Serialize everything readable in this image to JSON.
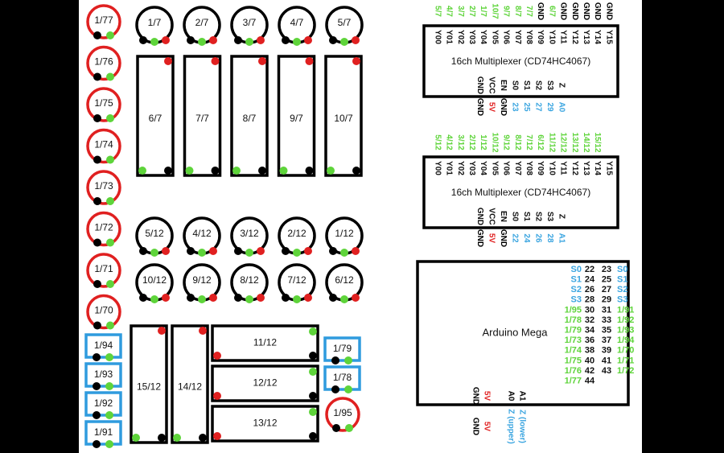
{
  "colors": {
    "black": "#000000",
    "red": "#e02020",
    "green": "#5ed43a",
    "blue": "#3ba5e0",
    "blue_box": "#2f9bde",
    "text": "#111111"
  },
  "left_rings_red": [
    "1/77",
    "1/76",
    "1/75",
    "1/74",
    "1/73",
    "1/72",
    "1/71",
    "1/70"
  ],
  "top_rings": [
    "1/7",
    "2/7",
    "3/7",
    "4/7",
    "5/7"
  ],
  "tall_rects": [
    "6/7",
    "7/7",
    "8/7",
    "9/7",
    "10/7"
  ],
  "mid_rings_row1": [
    "5/12",
    "4/12",
    "3/12",
    "2/12",
    "1/12"
  ],
  "mid_rings_row2": [
    "10/12",
    "9/12",
    "8/12",
    "7/12",
    "6/12"
  ],
  "blue_boxes_left": [
    "1/94",
    "1/93",
    "1/92",
    "1/91"
  ],
  "blue_boxes_right": [
    "1/79",
    "1/78"
  ],
  "bottom_tall_rects": [
    "15/12",
    "14/12"
  ],
  "bottom_wide_rects": [
    "11/12",
    "12/12",
    "13/12"
  ],
  "red_ring_bottom": "1/95",
  "mux1": {
    "title": "16ch Multiplexer (CD74HC4067)",
    "top_pins": [
      "Y00",
      "Y01",
      "Y02",
      "Y03",
      "Y04",
      "Y05",
      "Y06",
      "Y07",
      "Y08",
      "Y09",
      "Y10",
      "Y11",
      "Y12",
      "Y13",
      "Y14",
      "Y15"
    ],
    "top_map": [
      {
        "text": "5/7",
        "color": "green"
      },
      {
        "text": "4/7",
        "color": "green"
      },
      {
        "text": "3/7",
        "color": "green"
      },
      {
        "text": "2/7",
        "color": "green"
      },
      {
        "text": "1/7",
        "color": "green"
      },
      {
        "text": "10/7",
        "color": "green"
      },
      {
        "text": "9/7",
        "color": "green"
      },
      {
        "text": "8/7",
        "color": "green"
      },
      {
        "text": "7/7",
        "color": "green"
      },
      {
        "text": "GND",
        "color": "black"
      },
      {
        "text": "6/7",
        "color": "green"
      },
      {
        "text": "GND",
        "color": "black"
      },
      {
        "text": "GND",
        "color": "black"
      },
      {
        "text": "GND",
        "color": "black"
      },
      {
        "text": "GND",
        "color": "black"
      },
      {
        "text": "GND",
        "color": "black"
      }
    ],
    "bottom_pins": [
      "GND",
      "VCC",
      "EN",
      "S0",
      "S1",
      "S2",
      "S3",
      "Z"
    ],
    "bottom_map": [
      {
        "text": "GND",
        "color": "black"
      },
      {
        "text": "5V",
        "color": "red"
      },
      {
        "text": "GND",
        "color": "black"
      },
      {
        "text": "23",
        "color": "blue"
      },
      {
        "text": "25",
        "color": "blue"
      },
      {
        "text": "27",
        "color": "blue"
      },
      {
        "text": "29",
        "color": "blue"
      },
      {
        "text": "A0",
        "color": "blue"
      }
    ]
  },
  "mux2": {
    "title": "16ch Multiplexer (CD74HC4067)",
    "top_pins": [
      "Y00",
      "Y01",
      "Y02",
      "Y03",
      "Y04",
      "Y05",
      "Y06",
      "Y07",
      "Y08",
      "Y09",
      "Y10",
      "Y11",
      "Y12",
      "Y13",
      "Y14",
      "Y15"
    ],
    "top_map": [
      {
        "text": "5/12",
        "color": "green"
      },
      {
        "text": "4/12",
        "color": "green"
      },
      {
        "text": "3/12",
        "color": "green"
      },
      {
        "text": "2/12",
        "color": "green"
      },
      {
        "text": "1/12",
        "color": "green"
      },
      {
        "text": "10/12",
        "color": "green"
      },
      {
        "text": "9/12",
        "color": "green"
      },
      {
        "text": "8/12",
        "color": "green"
      },
      {
        "text": "7/12",
        "color": "green"
      },
      {
        "text": "6/12",
        "color": "green"
      },
      {
        "text": "11/12",
        "color": "green"
      },
      {
        "text": "12/12",
        "color": "green"
      },
      {
        "text": "13/12",
        "color": "green"
      },
      {
        "text": "14/12",
        "color": "green"
      },
      {
        "text": "15/12",
        "color": "green"
      },
      {
        "text": "",
        "color": "green"
      }
    ],
    "bottom_pins": [
      "GND",
      "VCC",
      "EN",
      "S0",
      "S1",
      "S2",
      "S3",
      "Z"
    ],
    "bottom_map": [
      {
        "text": "GND",
        "color": "black"
      },
      {
        "text": "5V",
        "color": "red"
      },
      {
        "text": "GND",
        "color": "black"
      },
      {
        "text": "22",
        "color": "blue"
      },
      {
        "text": "24",
        "color": "blue"
      },
      {
        "text": "26",
        "color": "blue"
      },
      {
        "text": "28",
        "color": "blue"
      },
      {
        "text": "A1",
        "color": "blue"
      }
    ]
  },
  "arduino": {
    "title": "Arduino Mega",
    "rows": [
      {
        "l": "S0",
        "lc": "blue",
        "a": "22",
        "b": "23",
        "r": "S0",
        "rc": "blue"
      },
      {
        "l": "S1",
        "lc": "blue",
        "a": "24",
        "b": "25",
        "r": "S1",
        "rc": "blue"
      },
      {
        "l": "S2",
        "lc": "blue",
        "a": "26",
        "b": "27",
        "r": "S2",
        "rc": "blue"
      },
      {
        "l": "S3",
        "lc": "blue",
        "a": "28",
        "b": "29",
        "r": "S3",
        "rc": "blue"
      },
      {
        "l": "1/95",
        "lc": "green",
        "a": "30",
        "b": "31",
        "r": "1/91",
        "rc": "green"
      },
      {
        "l": "1/78",
        "lc": "green",
        "a": "32",
        "b": "33",
        "r": "1/92",
        "rc": "green"
      },
      {
        "l": "1/79",
        "lc": "green",
        "a": "34",
        "b": "35",
        "r": "1/93",
        "rc": "green"
      },
      {
        "l": "1/73",
        "lc": "green",
        "a": "36",
        "b": "37",
        "r": "1/94",
        "rc": "green"
      },
      {
        "l": "1/74",
        "lc": "green",
        "a": "38",
        "b": "39",
        "r": "1/70",
        "rc": "green"
      },
      {
        "l": "1/75",
        "lc": "green",
        "a": "40",
        "b": "41",
        "r": "1/71",
        "rc": "green"
      },
      {
        "l": "1/76",
        "lc": "green",
        "a": "42",
        "b": "43",
        "r": "1/72",
        "rc": "green"
      },
      {
        "l": "1/77",
        "lc": "green",
        "a": "44",
        "b": "",
        "r": "",
        "rc": "green"
      }
    ],
    "bottom_pins": [
      {
        "pin": "GND",
        "label": "GND",
        "color": "red_black"
      },
      {
        "pin": "5V",
        "label": "5V",
        "color": "red"
      },
      {
        "pin": "A0",
        "label": "Z (upper)",
        "color": "blue"
      },
      {
        "pin": "A1",
        "label": "Z (lower)",
        "color": "blue"
      }
    ]
  }
}
